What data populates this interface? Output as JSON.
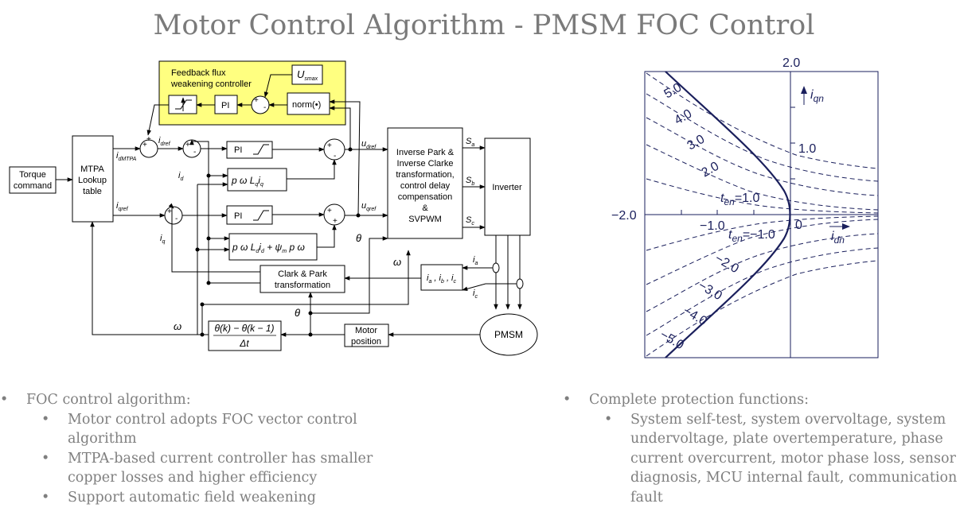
{
  "slide": {
    "title": "Motor Control Algorithm - PMSM FOC Control"
  },
  "block_diagram": {
    "flux_controller_title_1": "Feedback flux",
    "flux_controller_title_2": "weakening controller",
    "u_smax": "U",
    "u_smax_sub": "smax",
    "pi_label": "PI",
    "norm_label": "norm(•)",
    "torque_command_1": "Torque",
    "torque_command_2": "command",
    "mtpa_1": "MTPA",
    "mtpa_2": "Lookup",
    "mtpa_3": "table",
    "i_dmtpa": "i",
    "i_dmtpa_sub": "dMTPA",
    "i_dref": "i",
    "i_dref_sub": "dref",
    "i_qref": "i",
    "i_qref_sub": "qref",
    "i_d": "i",
    "i_d_sub": "d",
    "i_q": "i",
    "i_q_sub": "q",
    "u_dref": "u",
    "u_dref_sub": "dref",
    "u_qref": "u",
    "u_qref_sub": "qref",
    "decouple_d": "p ω L",
    "decouple_d_q": "q",
    "decouple_d_i": "i",
    "decouple_d_iq": "q",
    "decouple_q_1": "p ω L",
    "decouple_q_d": "d",
    "decouple_q_i": "i",
    "decouple_q_id": "d",
    "decouple_q_2": " + ψ",
    "decouple_q_m": "m",
    "decouple_q_3": " p ω",
    "svpwm_1": "Inverse Park &",
    "svpwm_2": "Inverse Clarke",
    "svpwm_3": "transformation,",
    "svpwm_4": "control delay",
    "svpwm_5": "compensation",
    "svpwm_6": "&",
    "svpwm_7": "SVPWM",
    "sa": "S",
    "sa_sub": "a",
    "sb": "S",
    "sb_sub": "b",
    "sc": "S",
    "sc_sub": "c",
    "inverter": "Inverter",
    "clark_park_1": "Clark & Park",
    "clark_park_2": "transformation",
    "iabc": "i",
    "iabc_a": "a",
    "iabc_mid": " , i",
    "iabc_b": "b",
    "iabc_mid2": " , i",
    "iabc_c": "c",
    "ia": "i",
    "ia_sub": "a",
    "ic": "i",
    "ic_sub": "c",
    "theta": "θ",
    "omega": "ω",
    "speed_calc_num": "θ(k) − θ(k − 1)",
    "speed_calc_den": "Δt",
    "motor_position_1": "Motor",
    "motor_position_2": "position",
    "pmsm": "PMSM",
    "plus": "+",
    "minus": "-"
  },
  "torque_plot": {
    "axis_y_top": "2.0",
    "axis_y_mid": "1.0",
    "axis_x_left": "−2.0",
    "axis_x_mid": "−1.0",
    "origin": "0",
    "iqn": "i",
    "iqn_sub": "qn",
    "idn": "i",
    "idn_sub": "dn",
    "ten_pos": "t",
    "ten_pos_sub": "en",
    "ten_pos_val": "=1.0",
    "ten_neg": "t",
    "ten_neg_sub": "en",
    "ten_neg_val": "=−1.0",
    "curve_labels_pos": [
      "5.0",
      "4.0",
      "3.0",
      "2.0"
    ],
    "curve_labels_neg": [
      "−2.0",
      "−3.0",
      "−4.0",
      "−5.0"
    ]
  },
  "left_bullets": {
    "heading": "FOC control algorithm:",
    "items": [
      "Motor control adopts FOC vector control algorithm",
      "MTPA-based current controller has smaller copper losses and higher efficiency",
      "Support automatic field weakening"
    ]
  },
  "right_bullets": {
    "heading": "Complete protection functions:",
    "items": [
      "System self-test, system overvoltage, system undervoltage, plate overtemperature, phase current overcurrent, motor phase loss, sensor diagnosis, MCU internal fault, communication fault"
    ]
  }
}
